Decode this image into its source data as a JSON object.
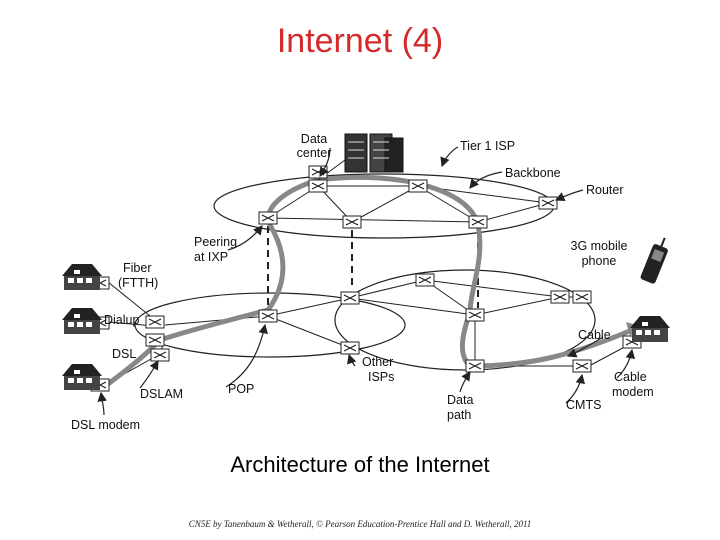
{
  "slide": {
    "title": "Internet (4)",
    "caption": "Architecture of the Internet",
    "footer": "CN5E by Tanenbaum & Wetherall, © Pearson Education-Prentice Hall and D. Wetherall, 2011"
  },
  "labels": {
    "data_center": [
      "Data",
      "center"
    ],
    "tier1_isp": "Tier 1 ISP",
    "backbone": "Backbone",
    "router": "Router",
    "peering": [
      "Peering",
      "at IXP"
    ],
    "mobile": [
      "3G mobile",
      "phone"
    ],
    "fiber": [
      "Fiber",
      "(FTTH)"
    ],
    "dialup": "Dialup",
    "dsl": "DSL",
    "dslam": "DSLAM",
    "pop": "POP",
    "other_isps": [
      "Other",
      "ISPs"
    ],
    "cable": "Cable",
    "cable_modem": [
      "Cable",
      "modem"
    ],
    "cmts": "CMTS",
    "data_path": [
      "Data",
      "path"
    ],
    "dsl_modem": "DSL modem"
  },
  "icons": [
    "router-icon",
    "house-icon",
    "server-rack-icon",
    "mobile-phone-icon",
    "modem-icon"
  ]
}
